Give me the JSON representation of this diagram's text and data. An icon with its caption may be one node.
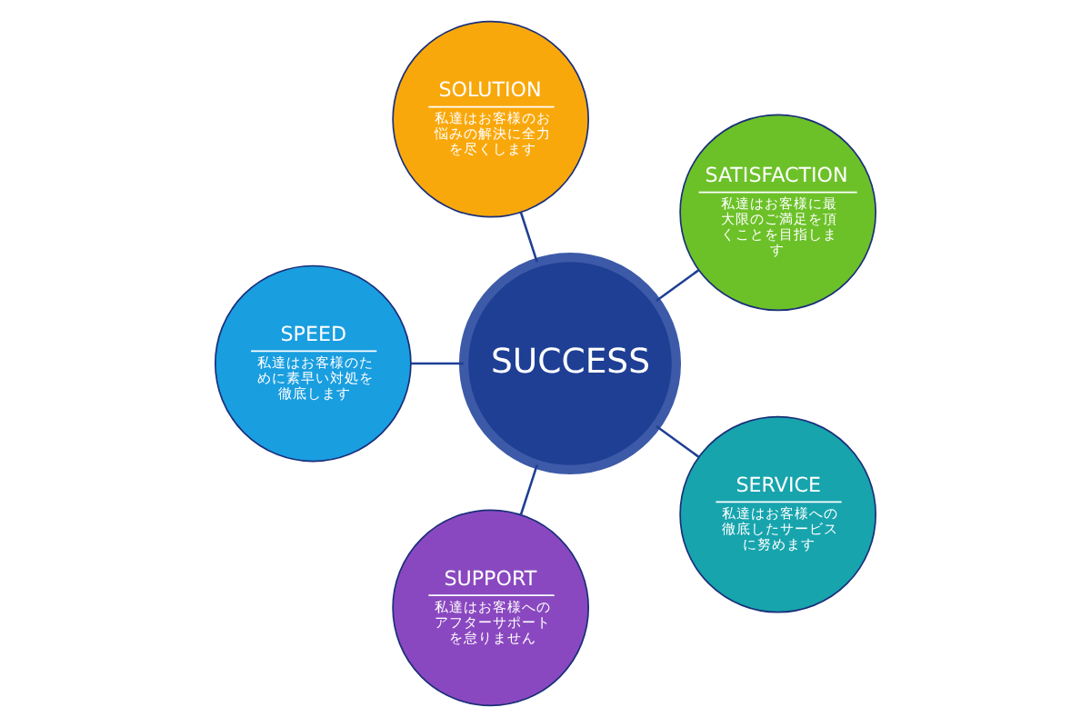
{
  "diagram": {
    "nodes": [
      {
        "text": [
          "SUCCESS"
        ]
      },
      {
        "text": [
          "SERVICE",
          "私達はお客様への徹底したサービスに努めます"
        ]
      },
      {
        "text": [
          "SUPPORT",
          "私達はお客様へのアフターサポートを怠りません"
        ]
      },
      {
        "text": [
          "SPEED",
          "私達はお客様のために素早い対処を徹底します"
        ]
      },
      {
        "text": [
          "SOLUTION",
          "私達はお客様のお悩みの解決に全力を尽くします"
        ]
      },
      {
        "text": [
          "SATISFACTION",
          "私達はお客様に最大限のご満足を頂くことを目指します"
        ]
      }
    ],
    "edges": [
      {
        "from": 0,
        "to": 1,
        "arrow": "none"
      },
      {
        "from": 0,
        "to": 2,
        "arrow": "none"
      },
      {
        "from": 0,
        "to": 3,
        "arrow": "none"
      },
      {
        "from": 0,
        "to": 4,
        "arrow": "none"
      },
      {
        "from": 0,
        "to": 5,
        "arrow": "none"
      }
    ]
  }
}
